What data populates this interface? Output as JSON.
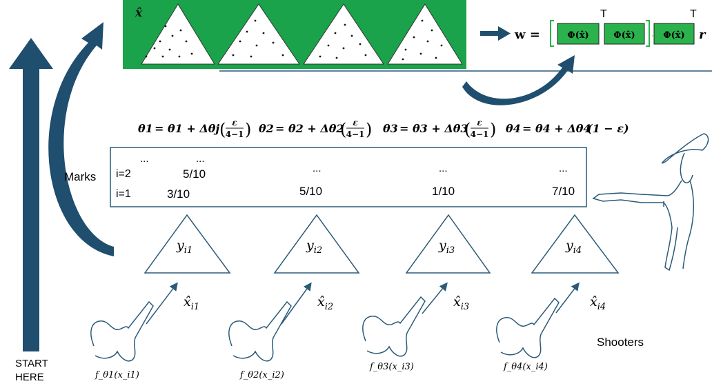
{
  "pool": {
    "label": "x̂"
  },
  "formula": {
    "lhs": "w =",
    "phi": "Φ(x̂)",
    "transpose": "T",
    "r": "r"
  },
  "updates": [
    {
      "lhs": "θ1",
      "eq": "= θ1 + Δθj",
      "frac_num": "ε",
      "frac_den": "4−1"
    },
    {
      "lhs": "θ2",
      "eq": "= θ2 + Δθ2",
      "frac_num": "ε",
      "frac_den": "4−1"
    },
    {
      "lhs": "θ3",
      "eq": "= θ3 + Δθ3",
      "frac_num": "ε",
      "frac_den": "4−1"
    },
    {
      "lhs": "θ4",
      "eq": "= θ4 + Δθ4",
      "tail": "(1 − ε)"
    }
  ],
  "marks": {
    "title": "Marks",
    "ellipsis": "...",
    "rows": [
      {
        "label": "i=2",
        "values": [
          "5/10",
          "...",
          "...",
          "..."
        ]
      },
      {
        "label": "i=1",
        "values": [
          "3/10",
          "5/10",
          "1/10",
          "7/10"
        ]
      }
    ]
  },
  "targets": [
    {
      "label": "y_i1"
    },
    {
      "label": "y_i2"
    },
    {
      "label": "y_i3"
    },
    {
      "label": "y_i4"
    }
  ],
  "shots": [
    {
      "label": "x̂_i1"
    },
    {
      "label": "x̂_i2"
    },
    {
      "label": "x̂_i3"
    },
    {
      "label": "x̂_i4"
    }
  ],
  "shooter_funcs": [
    {
      "label": "f_θ1(x_i1)"
    },
    {
      "label": "f_θ2(x_i2)"
    },
    {
      "label": "f_θ3(x_i3)"
    },
    {
      "label": "f_θ4(x_i4)"
    }
  ],
  "shooters_label": "Shooters",
  "start_label": [
    "START",
    "HERE"
  ],
  "colors": {
    "pool_green": "#1aa34a",
    "matrix_green": "#2bb24c",
    "arrow_navy": "#1f4e6e",
    "line": "#2a5a78"
  }
}
